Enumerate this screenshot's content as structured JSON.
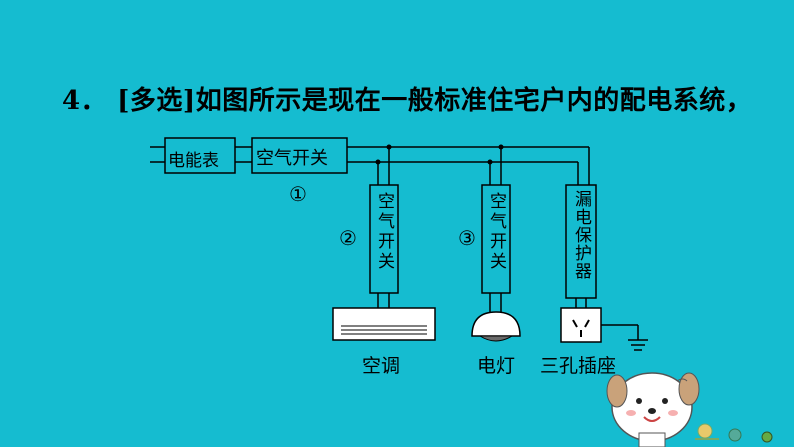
{
  "question": {
    "number": "4．",
    "tag": "[多选]",
    "text": "如图所示是现在一般标准住宅户内的配电系统，"
  },
  "diagram": {
    "meter_label": "电能表",
    "main_breaker_label": "空气开关",
    "marker_1": "①",
    "marker_2": "②",
    "marker_3": "③",
    "breaker_2_label": "空气开关",
    "breaker_3_label": "空气开关",
    "leakage_protector_label": "漏电保护器",
    "device_ac_label": "空调",
    "device_lamp_label": "电灯",
    "device_socket_label": "三孔插座"
  },
  "colors": {
    "background": "#15bcd0",
    "line": "#000000"
  },
  "icons": [
    "ac-unit-icon",
    "lamp-icon",
    "socket-icon",
    "ground-icon",
    "mascot-dog-icon",
    "snail-icon"
  ]
}
